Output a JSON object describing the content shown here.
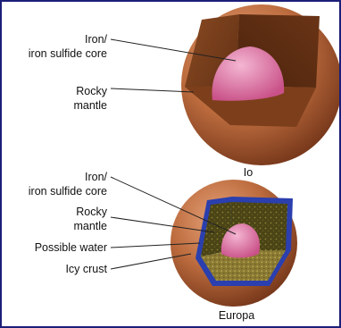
{
  "io": {
    "name": "Io",
    "labels": {
      "core_line1": "Iron/",
      "core_line2": "iron sulfide core",
      "mantle_line1": "Rocky",
      "mantle_line2": "mantle"
    }
  },
  "europa": {
    "name": "Europa",
    "labels": {
      "core_line1": "Iron/",
      "core_line2": "iron sulfide core",
      "mantle_line1": "Rocky",
      "mantle_line2": "mantle",
      "water": "Possible water",
      "crust": "Icy crust"
    }
  },
  "colors": {
    "background": "#1b1f78",
    "surface": "#b9683a",
    "io_mantle": "#6e3a1a",
    "europa_mantle": "#3c3a1a",
    "core": "#e07aa8",
    "water": "#2b3fae"
  }
}
